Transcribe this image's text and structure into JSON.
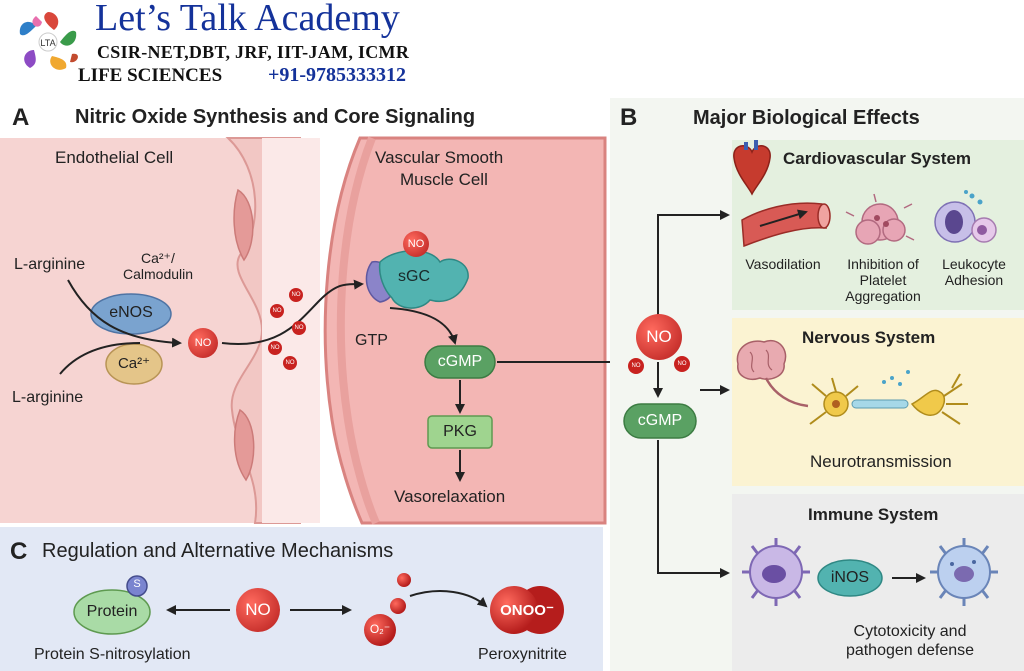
{
  "header": {
    "academy_name": "Let’s Talk Academy",
    "exams": "CSIR-NET,DBT, JRF, IIT-JAM, ICMR",
    "subject": "LIFE SCIENCES",
    "phone": "+91-9785333312",
    "logo_text": "LTA"
  },
  "panel_a": {
    "letter": "A",
    "title": "Nitric Oxide Synthesis and Core Signaling",
    "endothelial_cell": "Endothelial Cell",
    "smooth_muscle_line1": "Vascular Smooth",
    "smooth_muscle_line2": "Muscle Cell",
    "l_arginine_top": "L-arginine",
    "l_arginine_bottom": "L-arginine",
    "ca_calmodulin_line1": "Ca²⁺/",
    "ca_calmodulin_line2": "Calmodulin",
    "enos": "eNOS",
    "ca2": "Ca²⁺",
    "no": "NO",
    "sgc": "sGC",
    "gtp": "GTP",
    "cgmp": "cGMP",
    "pkg": "PKG",
    "vasorelaxation": "Vasorelaxation"
  },
  "panel_b": {
    "letter": "B",
    "title": "Major Biological Effects",
    "no": "NO",
    "cgmp": "cGMP",
    "cardio_title": "Cardiovascular System",
    "vasodilation": "Vasodilation",
    "platelet_line1": "Inhibition of",
    "platelet_line2": "Platelet",
    "platelet_line3": "Aggregation",
    "leukocyte_line1": "Leukocyte",
    "leukocyte_line2": "Adhesion",
    "nervous_title": "Nervous System",
    "neurotransmission": "Neurotransmission",
    "immune_title": "Immune System",
    "inos": "iNOS",
    "cytotoxicity_line1": "Cytotoxicity and",
    "cytotoxicity_line2": "pathogen defense"
  },
  "panel_c": {
    "letter": "C",
    "title": "Regulation and Alternative Mechanisms",
    "protein": "Protein",
    "s_label": "S",
    "no": "NO",
    "o2": "O₂⁻",
    "peroxynitrite_formula": "ONOO⁻",
    "s_nitrosylation": "Protein S-nitrosylation",
    "peroxynitrite": "Peroxynitrite"
  },
  "colors": {
    "endothelial_bg": "#f6d4d2",
    "smooth_muscle_bg": "#f3b6b4",
    "cardio_bg": "#e4f0df",
    "nervous_bg": "#fbf3d2",
    "immune_bg": "#ececec",
    "panel_c_bg": "#e2e8f5",
    "no_red": "#d42a28",
    "cgmp_green": "#5aa163",
    "pkg_green": "#9fd48f",
    "enos_blue": "#7aa3cf",
    "ca_tan": "#e4c589",
    "sgc_teal": "#52b3b0",
    "sgc_purple": "#8b84c9",
    "academy_blue": "#14329a"
  }
}
